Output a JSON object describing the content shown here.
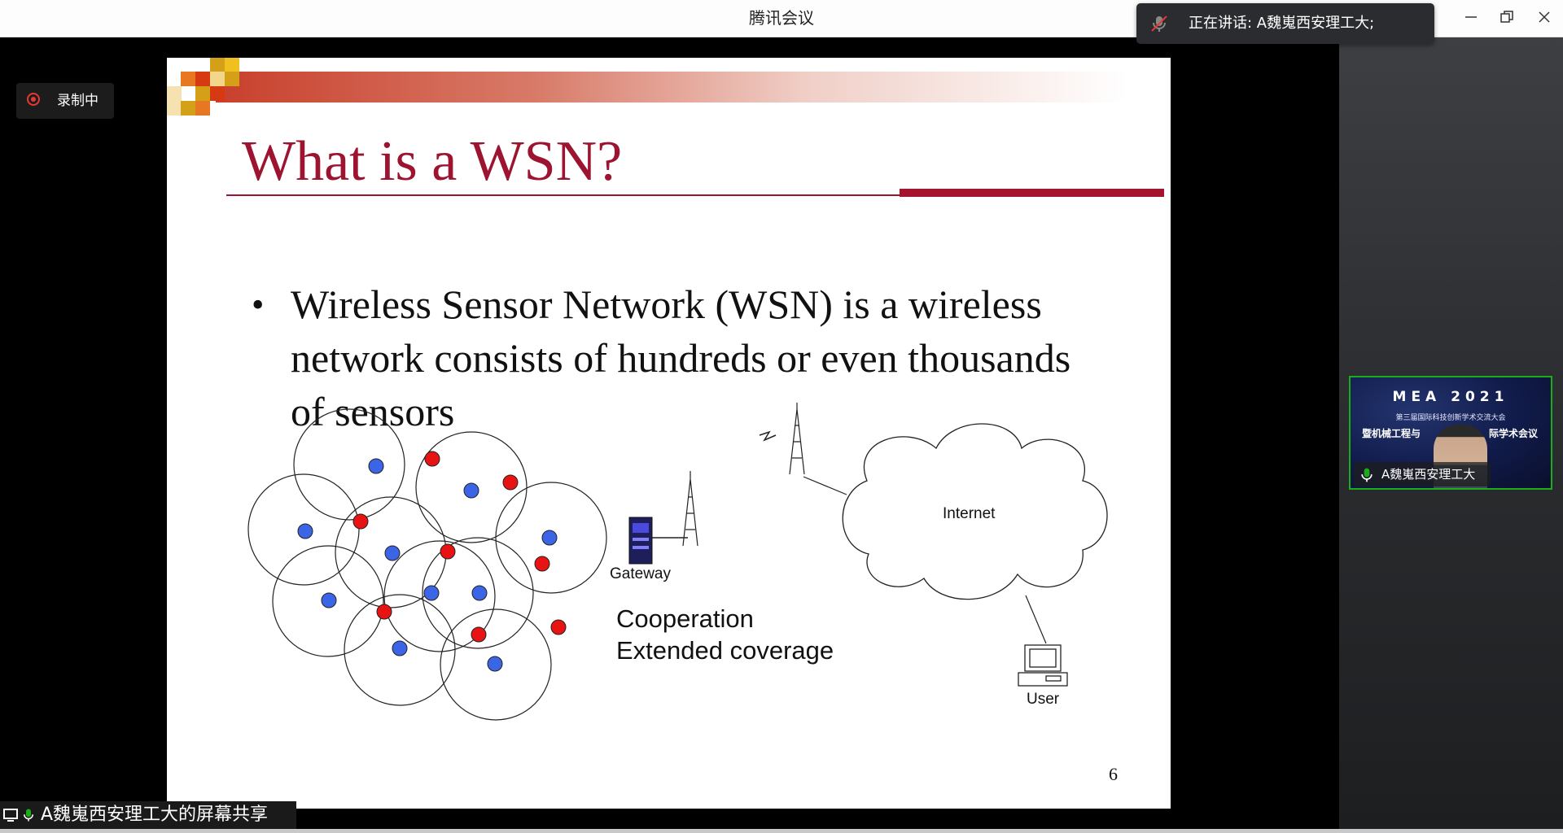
{
  "window": {
    "title": "腾讯会议"
  },
  "speaking": {
    "text": "正在讲话: A魏嵬西安理工大;"
  },
  "recording": {
    "label": "录制中"
  },
  "slide": {
    "title": "What is a WSN?",
    "bullet": "Wireless Sensor Network (WSN) is a wireless network consists of hundreds or even thousands of sensors",
    "gateway_label": "Gateway",
    "internet_label": "Internet",
    "user_label": "User",
    "caption_line1": "Cooperation",
    "caption_line2": "Extended coverage",
    "page_number": "6"
  },
  "video": {
    "banner_title": "MEA 2021",
    "banner_sub1": "第三届国际科技创新学术交流大会",
    "banner_sub2": "暨机械工程与",
    "banner_sub3": "际学术会议",
    "participant_name": "A魏嵬西安理工大"
  },
  "share_label": "A魏嵬西安理工大的屏幕共享",
  "colors": {
    "accent_red": "#9c1430",
    "active_green": "#1aad19",
    "node_blue": "#3c64e6",
    "node_red": "#e81414"
  }
}
